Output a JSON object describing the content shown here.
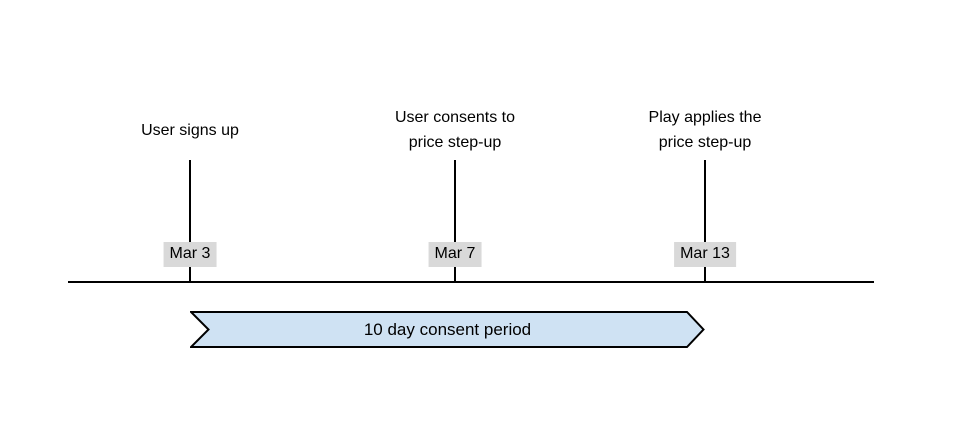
{
  "timeline": {
    "events": [
      {
        "id": "user-signs-up",
        "label_lines": [
          "User signs up"
        ],
        "date": "Mar 3"
      },
      {
        "id": "user-consents",
        "label_lines": [
          "User consents to",
          "price step-up"
        ],
        "date": "Mar 7"
      },
      {
        "id": "play-applies",
        "label_lines": [
          "Play applies the",
          "price step-up"
        ],
        "date": "Mar 13"
      }
    ],
    "period": {
      "label": "10 day consent period"
    },
    "colors": {
      "period_fill": "#cfe2f3",
      "period_border": "#000000",
      "date_label_bg": "#d9d9d9",
      "axis": "#000000",
      "text": "#000000"
    }
  }
}
